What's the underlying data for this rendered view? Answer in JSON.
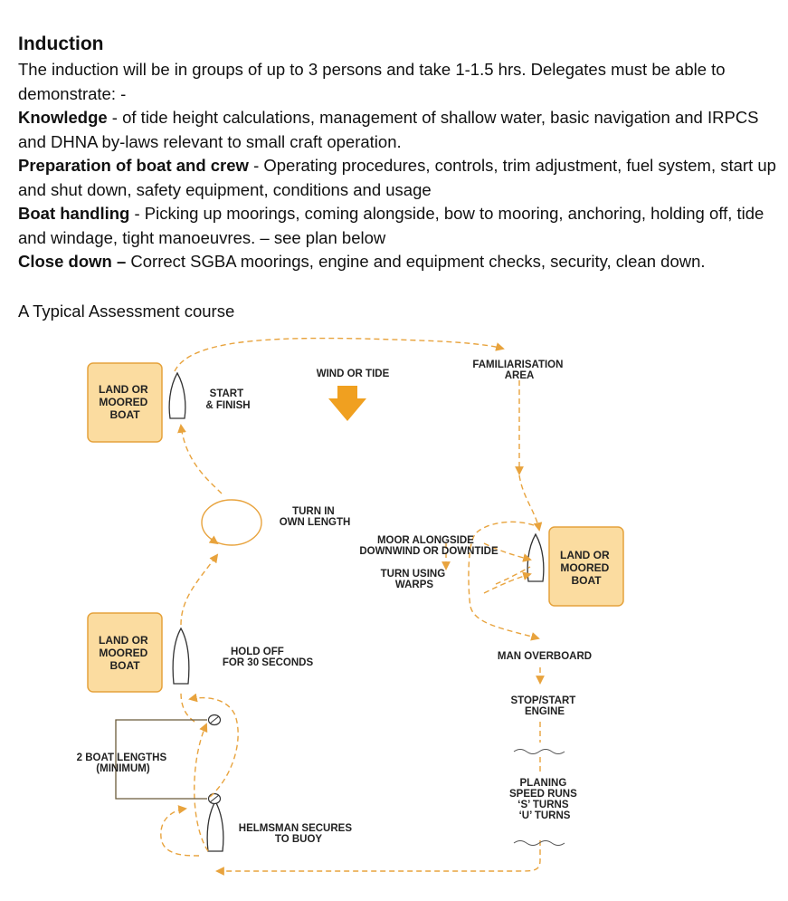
{
  "title": "Induction",
  "intro": "The induction will be in groups of up to 3 persons and take 1-1.5 hrs. Delegates must be able to demonstrate: -",
  "items": [
    {
      "label": "Knowledge",
      "text": " - of tide height calculations, management of shallow water, basic navigation and IRPCS and DHNA by-laws relevant to small craft operation."
    },
    {
      "label": "Preparation of boat and crew",
      "text": " - Operating procedures, controls, trim adjustment, fuel system, start up and shut down, safety equipment, conditions and usage"
    },
    {
      "label": "Boat handling",
      "text": " - Picking up moorings, coming alongside, bow to mooring, anchoring, holding off, tide and windage, tight manoeuvres. – see plan below"
    },
    {
      "label": "Close down –",
      "text": "  Correct SGBA moorings, engine and equipment checks, security, clean down."
    }
  ],
  "caption": "A Typical Assessment course",
  "diagram": {
    "box_top_left": [
      "LAND OR",
      "MOORED",
      "BOAT"
    ],
    "box_mid_left": [
      "LAND OR",
      "MOORED",
      "BOAT"
    ],
    "box_right": [
      "LAND OR",
      "MOORED",
      "BOAT"
    ],
    "start_finish": [
      "START",
      "& FINISH"
    ],
    "wind_or_tide": "WIND OR TIDE",
    "familiarisation": [
      "FAMILIARISATION",
      "AREA"
    ],
    "turn_in_own_length": [
      "TURN IN",
      "OWN LENGTH"
    ],
    "moor_alongside": [
      "MOOR ALONGSIDE",
      "DOWNWIND OR DOWNTIDE"
    ],
    "turn_using_warps": [
      "TURN USING",
      "WARPS"
    ],
    "hold_off": [
      "HOLD OFF",
      "FOR 30 SECONDS"
    ],
    "man_overboard": "MAN OVERBOARD",
    "stop_start": [
      "STOP/START",
      "ENGINE"
    ],
    "two_boat_lengths": [
      "2 BOAT LENGTHS",
      "(MINIMUM)"
    ],
    "planing": [
      "PLANING",
      "SPEED RUNS",
      "‘S’ TURNS",
      "‘U’ TURNS"
    ],
    "helmsman": [
      "HELMSMAN SECURES",
      "TO BUOY"
    ],
    "colors": {
      "route": "#e8a33d",
      "box_fill": "#fbdca0",
      "box_stroke": "#e5a23c",
      "arrow": "#f0a020",
      "line": "#6b5a3a"
    }
  }
}
